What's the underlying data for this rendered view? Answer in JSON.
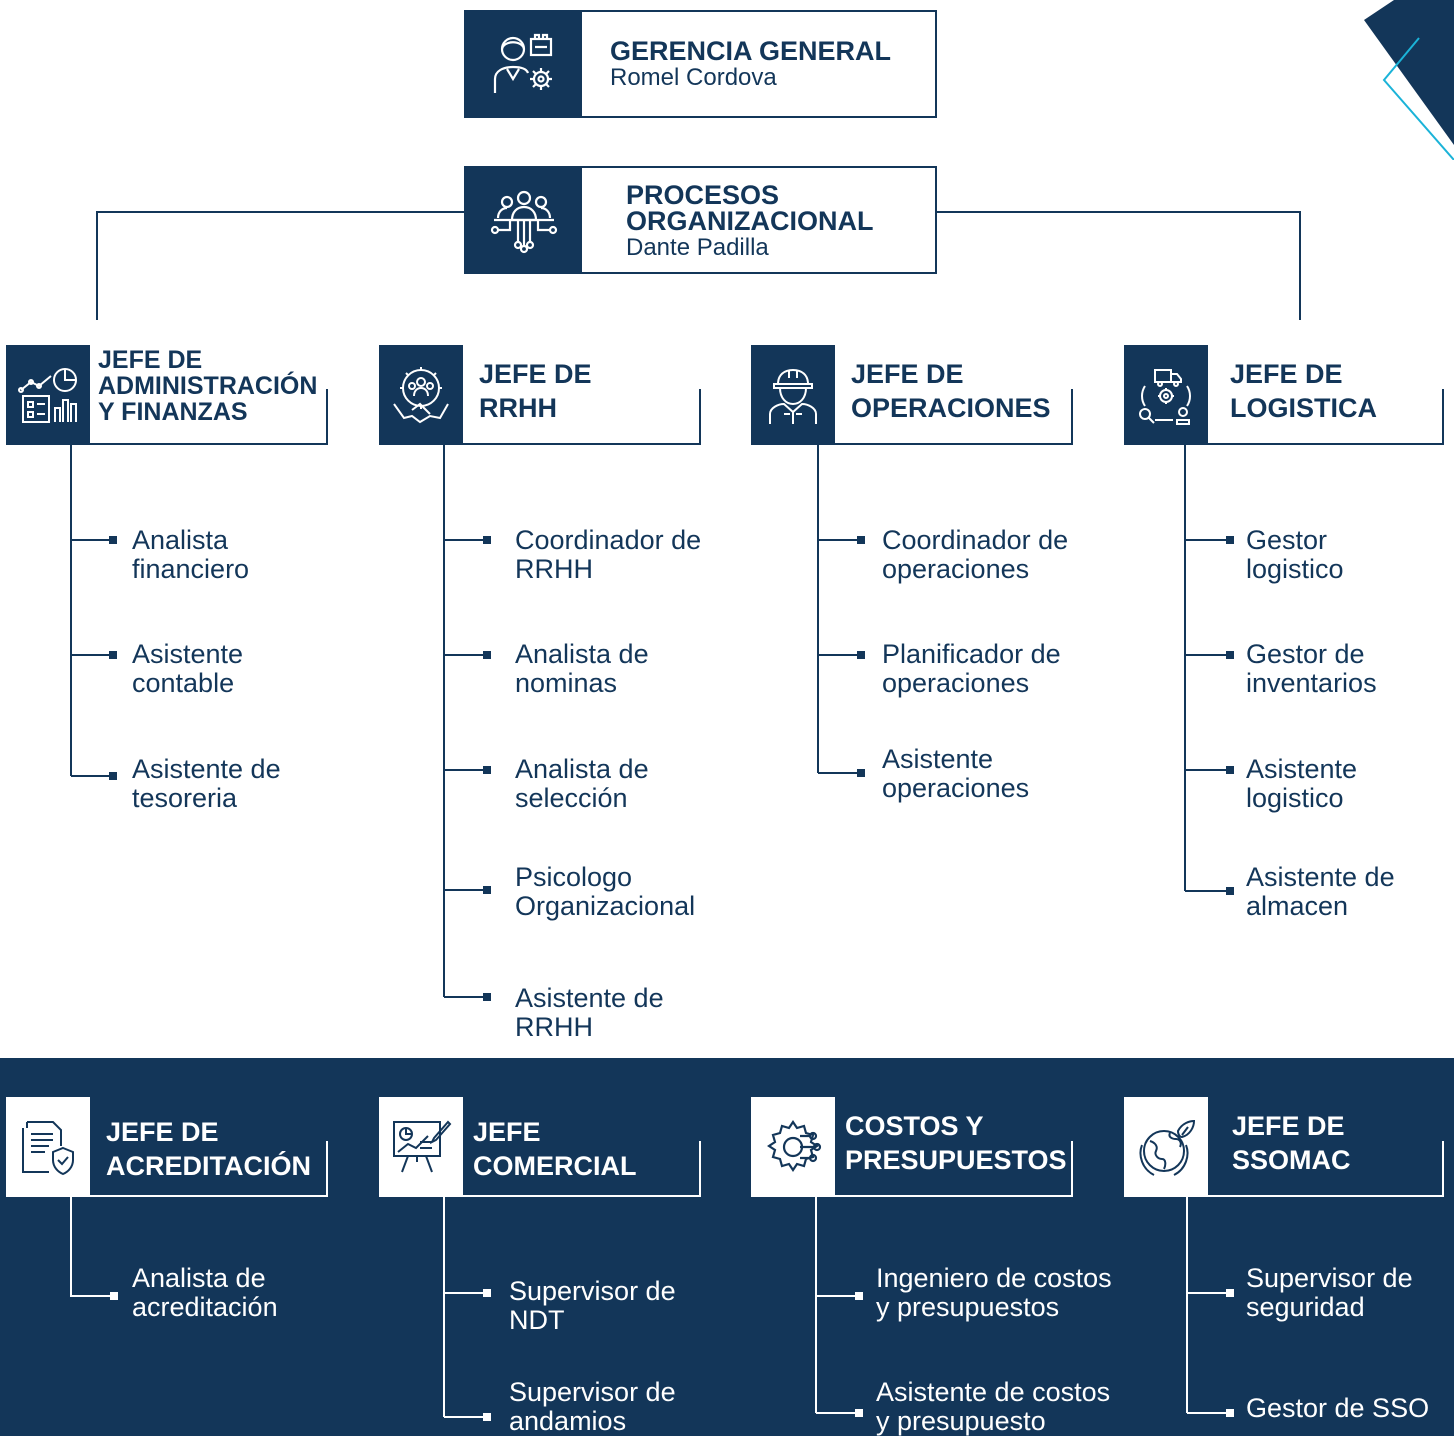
{
  "colors": {
    "navy": "#133659",
    "accent": "#1bb3d8",
    "white": "#ffffff"
  },
  "top": {
    "gerencia": {
      "title": "GERENCIA GENERAL",
      "name": "Romel Cordova",
      "icon": "manager-gears-icon"
    },
    "procesos": {
      "title_line1": "PROCESOS",
      "title_line2": "ORGANIZACIONAL",
      "name": "Dante Padilla",
      "icon": "team-network-icon"
    }
  },
  "departments": [
    {
      "title_lines": [
        "JEFE DE",
        "ADMINISTRACIÓN",
        "Y FINANZAS"
      ],
      "icon": "finance-chart-icon",
      "items": [
        [
          "Analista",
          "financiero"
        ],
        [
          "Asistente",
          "contable"
        ],
        [
          "Asistente de",
          "tesoreria"
        ]
      ]
    },
    {
      "title_lines": [
        "JEFE DE",
        "RRHH"
      ],
      "icon": "handshake-people-icon",
      "items": [
        [
          "Coordinador de",
          "RRHH"
        ],
        [
          "Analista de",
          "nominas"
        ],
        [
          "Analista de",
          "selección"
        ],
        [
          "Psicologo",
          "Organizacional"
        ],
        [
          "Asistente de",
          "RRHH"
        ]
      ]
    },
    {
      "title_lines": [
        "JEFE DE",
        "OPERACIONES"
      ],
      "icon": "worker-helmet-icon",
      "items": [
        [
          "Coordinador de",
          "operaciones"
        ],
        [
          "Planificador de",
          "operaciones"
        ],
        [
          "Asistente",
          "operaciones"
        ]
      ]
    },
    {
      "title_lines": [
        "JEFE DE",
        "LOGISTICA"
      ],
      "icon": "logistics-cycle-icon",
      "items": [
        [
          "Gestor",
          "logistico"
        ],
        [
          "Gestor de",
          "inventarios"
        ],
        [
          "Asistente",
          "logistico"
        ],
        [
          "Asistente de",
          "almacen"
        ]
      ]
    }
  ],
  "lower_departments": [
    {
      "title_lines": [
        "JEFE DE",
        "ACREDITACIÓN"
      ],
      "icon": "document-shield-icon",
      "items": [
        [
          "Analista de",
          "acreditación"
        ]
      ]
    },
    {
      "title_lines": [
        "JEFE",
        "COMERCIAL"
      ],
      "icon": "presentation-board-icon",
      "items": [
        [
          "Supervisor de",
          "NDT"
        ],
        [
          "Supervisor de",
          "andamios"
        ]
      ]
    },
    {
      "title_lines": [
        "COSTOS Y",
        "PRESUPUESTOS"
      ],
      "icon": "gear-circuit-icon",
      "items": [
        [
          "Ingeniero de costos",
          "y presupuestos"
        ],
        [
          "Asistente de costos",
          "y presupuesto"
        ]
      ]
    },
    {
      "title_lines": [
        "JEFE DE",
        "SSOMAC"
      ],
      "icon": "globe-leaf-icon",
      "items": [
        [
          "Supervisor de",
          "seguridad"
        ],
        [
          "Gestor de SSO"
        ]
      ]
    }
  ]
}
